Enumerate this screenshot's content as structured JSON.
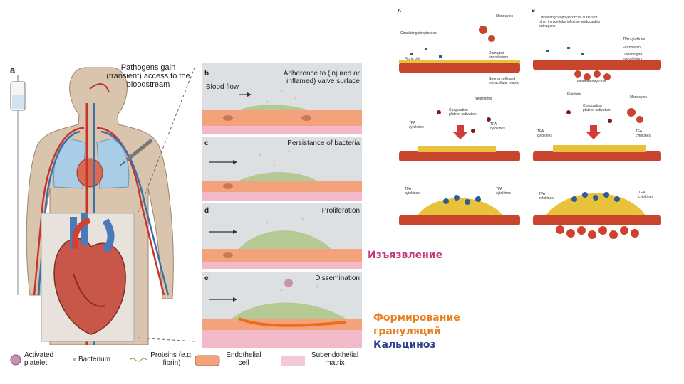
{
  "figure_a": {
    "panel_letter": "a",
    "title": "Pathogens gain (transient) access to the bloodstream"
  },
  "figure_b_e": {
    "b": {
      "letter": "b",
      "title": "Adherence to (injured or inflamed) valve surface",
      "flow_label": "Blood flow"
    },
    "c": {
      "letter": "c",
      "title": "Persistance of bacteria"
    },
    "d": {
      "letter": "d",
      "title": "Proliferation"
    },
    "e": {
      "letter": "e",
      "title": "Dissemination"
    }
  },
  "legend": {
    "platelet": "Activated platelet",
    "bacterium": "Bacterium",
    "proteins": "Proteins (e.g. fibrin)",
    "endothelial": "Endothelial cell",
    "subendothelial": "Subendothelial matrix"
  },
  "annotations": {
    "ulceration": "Изъязвление",
    "granulation": "Формирование грануляций",
    "calcinosis": "Кальциноз",
    "colors": {
      "ulceration": "#c0397b",
      "granulation": "#e8801e",
      "calcinosis": "#2b3f8f"
    }
  },
  "figure_right": {
    "A": {
      "letter": "A",
      "labels": [
        "Monocytes",
        "Circulating streptococci",
        "Fibrin clot",
        "Damaged endothelium",
        "Stroma cells and extracellular matrix",
        "Neutrophils",
        "Coagulation platelet activation",
        "TFA cytokines",
        "TFA cytokines",
        "TFA cytokines",
        "TFA cytokines"
      ]
    },
    "B": {
      "letter": "B",
      "labels": [
        "Circulating Staphylococcus aureus or other intracellular infective endocarditis pathogens",
        "TFA cytokines",
        "Fibronectin",
        "Undamaged endothelium",
        "Inflammatory cells",
        "Platelets",
        "Monocytes",
        "Coagulation platelet activation",
        "TFA cytokines",
        "TFA cytokines",
        "TFA cytokines",
        "TFA cytokines"
      ]
    }
  }
}
